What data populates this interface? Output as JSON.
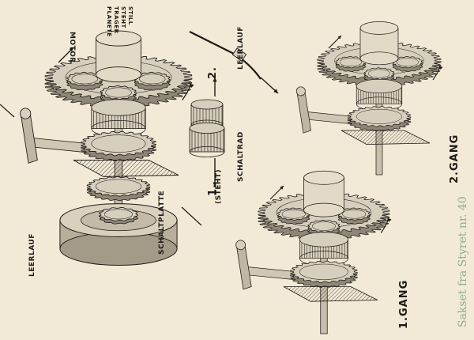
{
  "labels": {
    "motor": "MOTOR",
    "planet_line1": "PLANETE",
    "planet_line2": "TRAGER",
    "planet_line3": "STEHT",
    "planet_line4": "STILL",
    "leerlauf_top": "LEERLAUF",
    "schaltrad": "SCHALTRAD",
    "steht": "(STEHT)",
    "num1": "1.",
    "num2": "2.",
    "schaltplatte": "SCHALTPLATTE",
    "leerlauf_left": "LEERLAUF",
    "gang2": "2.GANG",
    "gang1": "1.GANG"
  },
  "credit": "Sakset fra Styret nr. 40",
  "colors": {
    "paper": "#f2ead6",
    "ink": "#1e1a16",
    "gear_face": "#d7cfbd",
    "gear_shadow": "#8e8677",
    "credit": "#8fb08a"
  }
}
